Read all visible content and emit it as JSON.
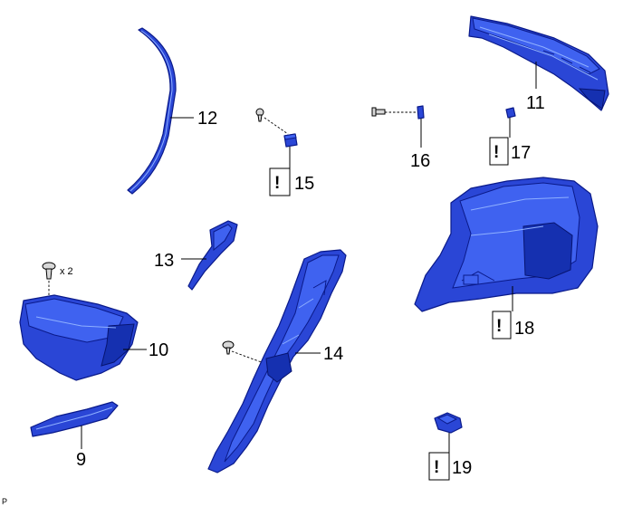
{
  "callouts": {
    "p9": "9",
    "p10": "10",
    "p11": "11",
    "p12": "12",
    "p13": "13",
    "p14": "14",
    "p15": "15",
    "p16": "16",
    "p17": "17",
    "p18": "18",
    "p19": "19"
  },
  "warning_symbol": "!",
  "clip_quantity": "x 2",
  "corner_label": "P",
  "colors": {
    "part": "#2a46d6",
    "outline": "#0a1a8a"
  }
}
